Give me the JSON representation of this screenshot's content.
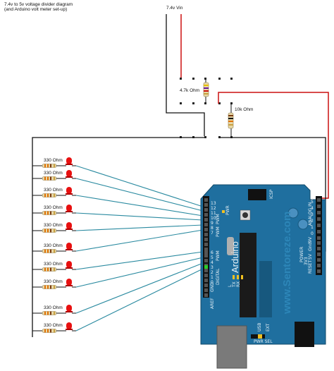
{
  "title": {
    "line1": "7.4v to 5v voltage divider diagram",
    "line2": "(and Arduino volt meter set-up)"
  },
  "labels": {
    "vin": "7.4v Vin",
    "r1": "4.7k Ohm",
    "r2": "10k Ohm"
  },
  "leds": [
    {
      "resistor": "330 Ohm"
    },
    {
      "resistor": "330 Ohm"
    },
    {
      "resistor": "330 Ohm"
    },
    {
      "resistor": "330 Ohm"
    },
    {
      "resistor": "330 Ohm"
    },
    {
      "resistor": "330 Ohm"
    },
    {
      "resistor": "330 Ohm"
    },
    {
      "resistor": "330 Ohm"
    },
    {
      "resistor": "330 Ohm"
    },
    {
      "resistor": "330 Ohm"
    }
  ],
  "board": {
    "name": "Arduino",
    "watermark": "www.Sentoreze.com",
    "digital": "DIGITAL",
    "analog_in": "ANALOG IN",
    "power": "POWER",
    "aref": "AREF",
    "gnd": "GND",
    "pwm": "PWM",
    "rx": "RX",
    "tx": "TX",
    "l": "L",
    "icsp": "ICSP",
    "pwr": "PWR",
    "usb": "USB",
    "ext": "EXT",
    "pwr_sel": "PWR SEL",
    "reset": "RESET",
    "v5": "5V",
    "v3": "3V3",
    "gnd2": "Gnd",
    "v9": "9V",
    "tx_pin": "TX",
    "rx_pin": "RX",
    "analog_nums": [
      "5",
      "4",
      "3",
      "2",
      "1",
      "0"
    ],
    "digital_nums": [
      "13",
      "12",
      "11",
      "10",
      "9",
      "8",
      "7",
      "6",
      "5",
      "4",
      "3",
      "2",
      "1",
      "0"
    ]
  },
  "colors": {
    "board": "#1f6f9f",
    "wire_red": "#cc1111",
    "wire_black": "#111111",
    "wire_teal": "#2a8aa0",
    "led": "#e81010"
  }
}
